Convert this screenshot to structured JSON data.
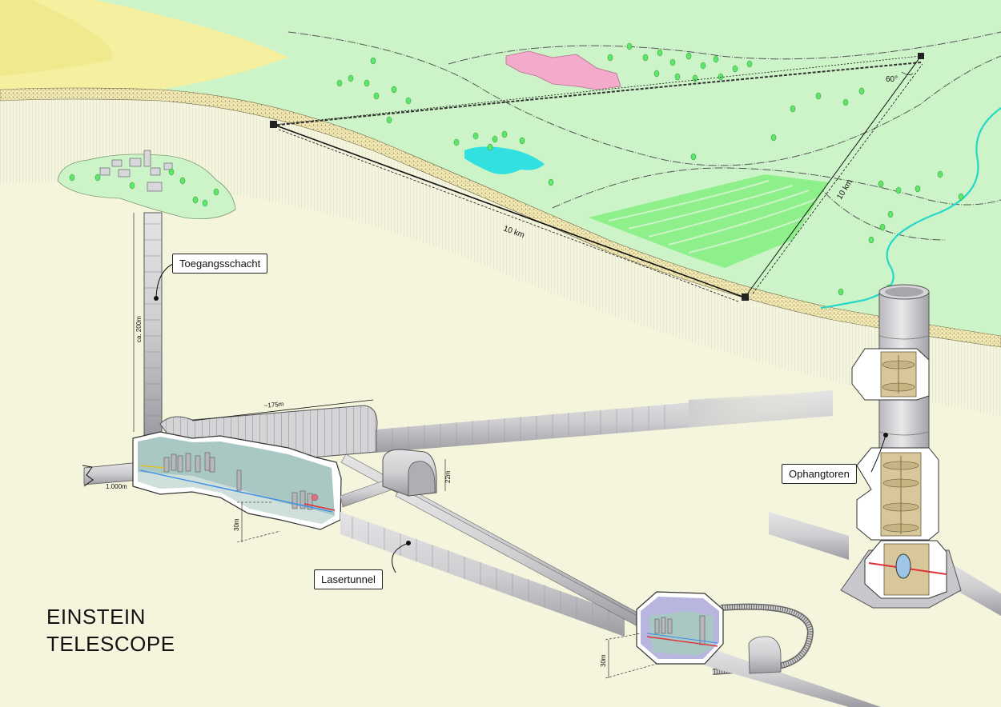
{
  "title": {
    "line1": "EINSTEIN",
    "line2": "TELESCOPE"
  },
  "labels": {
    "access_shaft": "Toegangsschacht",
    "laser_tunnel": "Lasertunnel",
    "suspension_tower": "Ophangtoren"
  },
  "dimensions": {
    "arm_length_1": "10 km",
    "arm_length_2": "10 km",
    "angle": "60°",
    "shaft_depth": "ca. 200m",
    "cavern_length": "~175m",
    "tunnel_height": "22m",
    "cavern_height_1": "30m",
    "cavern_height_2": "30m",
    "side_tunnel": "1.000m"
  },
  "colors": {
    "meadow": "#cdf3c8",
    "field_yellow": "#f4f0a0",
    "lake": "#33e0e0",
    "built_area": "#f4aacb",
    "crop_field": "#8ef08a",
    "underground": "#f4f5dc",
    "tunnel": "#cfcfd2",
    "cavern_wall": "#a9c8c4",
    "laser_red": "#e0303a",
    "laser_blue": "#3a8ee8"
  }
}
